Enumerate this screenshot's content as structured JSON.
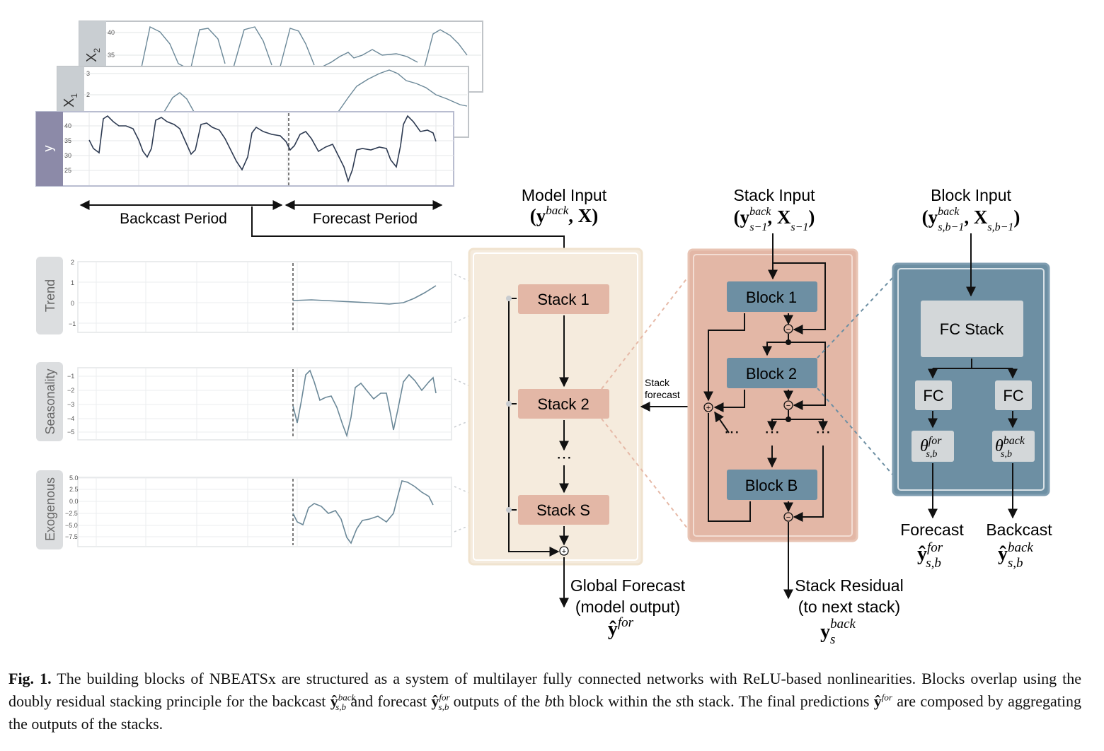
{
  "top_panels": {
    "x2": {
      "axis_label": "X",
      "axis_sub": "2",
      "ticks": [
        "40",
        "35"
      ]
    },
    "x1": {
      "axis_label": "X",
      "axis_sub": "1",
      "ticks": [
        "3",
        "2"
      ]
    },
    "y": {
      "axis_label": "y",
      "ticks": [
        "40",
        "35",
        "30",
        "25"
      ]
    }
  },
  "periods": {
    "backcast": "Backcast Period",
    "forecast": "Forecast Period"
  },
  "decomposition": {
    "trend": {
      "label": "Trend",
      "ticks": [
        "2",
        "1",
        "0",
        "−1"
      ]
    },
    "seasonality": {
      "label": "Seasonality",
      "ticks": [
        "−1",
        "−2",
        "−3",
        "−4",
        "−5"
      ]
    },
    "exogenous": {
      "label": "Exogenous",
      "ticks": [
        "5.0",
        "2.5",
        "0.0",
        "−2.5",
        "−5.0",
        "−7.5"
      ]
    }
  },
  "model_input": {
    "title": "Model Input",
    "formula_main": "(y",
    "formula_sup": "back",
    "formula_rest": ", X)"
  },
  "stacks": {
    "s1": "Stack 1",
    "s2": "Stack 2",
    "ss": "Stack S",
    "dots": "⋯"
  },
  "global_forecast": {
    "line1": "Global Forecast",
    "line2": "(model output)",
    "symbol": "ŷ",
    "sup": "for"
  },
  "stack_forecast": {
    "line1": "Stack",
    "line2": "forecast"
  },
  "stack_input": {
    "title": "Stack Input",
    "p1": "(y",
    "sup1": "back",
    "sub1": "s−1",
    "p2": ", X",
    "sub2": "s−1",
    "p3": ")"
  },
  "blocks": {
    "b1": "Block 1",
    "b2": "Block 2",
    "bb": "Block B",
    "dots": "⋯"
  },
  "stack_residual": {
    "line1": "Stack Residual",
    "line2": "(to next stack)",
    "symbol": "y",
    "sup": "back",
    "sub": "s"
  },
  "block_input": {
    "title": "Block Input",
    "p1": "(y",
    "sup1": "back",
    "sub1": "s,b−1",
    "p2": ", X",
    "sub2": "s,b−1",
    "p3": ")"
  },
  "block_internals": {
    "fc_stack": "FC Stack",
    "fc_left": "FC",
    "fc_right": "FC",
    "theta": "θ",
    "theta_for_sup": "for",
    "theta_back_sup": "back",
    "theta_sub": "s,b"
  },
  "outputs": {
    "forecast": {
      "label": "Forecast",
      "symbol": "ŷ",
      "sup": "for",
      "sub": "s,b"
    },
    "backcast": {
      "label": "Backcast",
      "symbol": "ŷ",
      "sup": "back",
      "sub": "s,b"
    }
  },
  "caption": {
    "fig_label": "Fig. 1.",
    "part1": "The building blocks of NBEATSx are structured as a system of multilayer fully connected networks with ReLU-based nonlinearities. Blocks overlap using the doubly residual stacking principle for the backcast",
    "sym": "ŷ",
    "back_sup": "back",
    "sb_sub": "s,b",
    "part2": "and forecast",
    "for_sup": "for",
    "part3": "outputs of the",
    "b_it": "b",
    "part4": "th block within the",
    "s_it": "s",
    "part5": "th stack. The final predictions",
    "part6": "are composed by aggregating the outputs of the stacks."
  },
  "colors": {
    "panel_gray": "#c9ced2",
    "y_tab": "#8c8aa8",
    "stack_fill": "#f5ebdd",
    "stack_box": "#e3b7a6",
    "middle_fill": "#e3b7a6",
    "block_box": "#6d8fa3",
    "right_fill": "#6d8fa3",
    "fc_gray": "#d3d7d9",
    "line": "#5b6d7c"
  }
}
